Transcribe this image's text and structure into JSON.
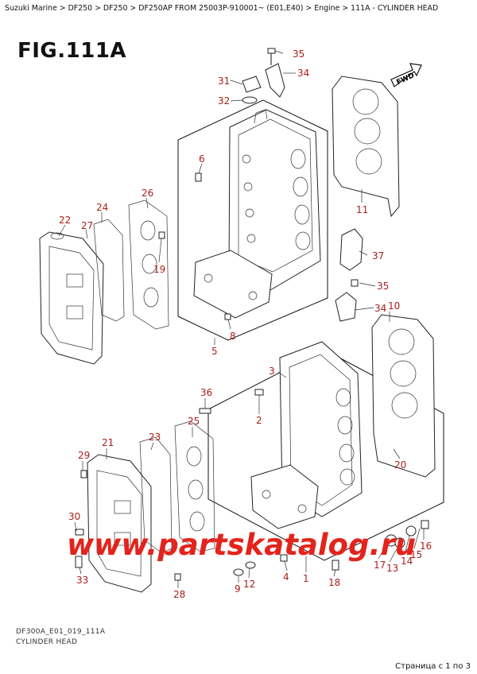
{
  "breadcrumb": "Suzuki Marine > DF250 > DF250 > DF250AP FROM 25003P-910001~  (E01,E40) > Engine > 111A - CYLINDER HEAD",
  "figure_title": "FIG.111A",
  "fwd_label": "FWD",
  "watermark": "www.partskatalog.ru",
  "caption_code": "DF300A_E01_019_111A",
  "caption_name": "CYLINDER HEAD",
  "pager": "Страница с 1 по 3",
  "callouts": [
    "35",
    "34",
    "31",
    "32",
    "6",
    "26",
    "24",
    "22",
    "27",
    "19",
    "11",
    "37",
    "35",
    "34",
    "10",
    "8",
    "5",
    "3",
    "36",
    "2",
    "25",
    "23",
    "21",
    "29",
    "30",
    "33",
    "28",
    "9",
    "12",
    "4",
    "1",
    "18",
    "20",
    "17",
    "13",
    "14",
    "15",
    "16"
  ],
  "colors": {
    "callout": "#a8201a",
    "watermark": "#e3241c"
  }
}
